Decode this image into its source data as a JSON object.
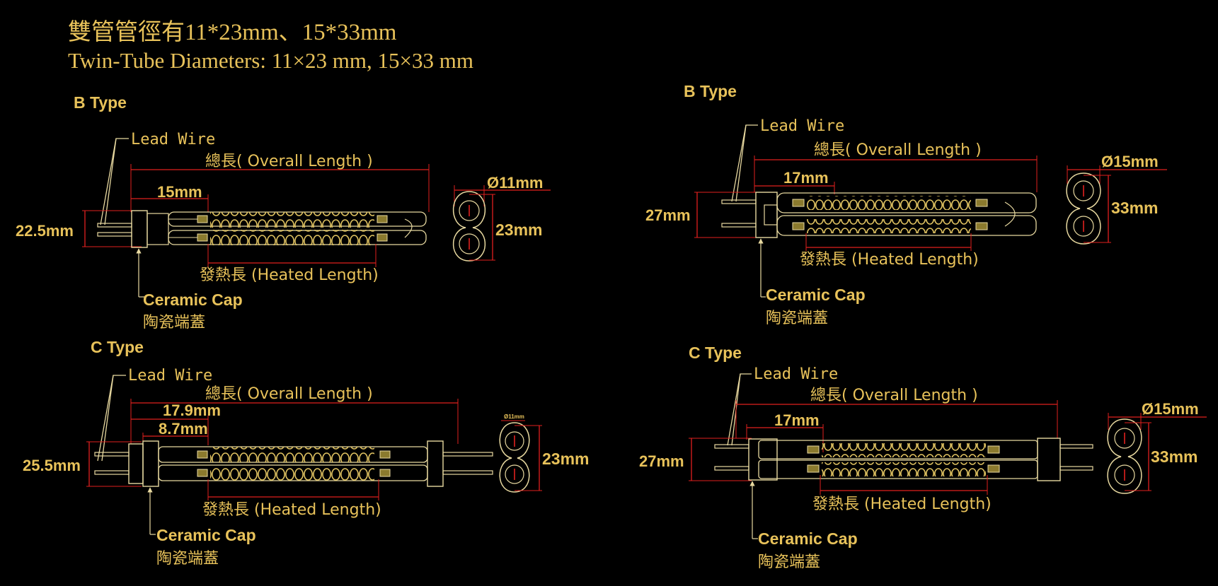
{
  "header": {
    "line1": "雙管管徑有11*23mm、15*33mm",
    "line2": "Twin-Tube Diameters: 11×23 mm, 15×33 mm"
  },
  "colors": {
    "background": "#000000",
    "text": "#E8C25A",
    "outline": "#E8D9A0",
    "dimension": "#E0201E",
    "coil": "#E2C462"
  },
  "panels": [
    {
      "type": "B Type",
      "lead_wire": "Lead Wire",
      "overall": "總長( Overall Length )",
      "heated": "發熱長 (Heated Length)",
      "cap_en": "Ceramic Cap",
      "cap_zh": "陶瓷端蓋",
      "dims": [
        "15mm"
      ],
      "height": "22.5mm",
      "dia": "Ø11mm",
      "span": "23mm"
    },
    {
      "type": "B Type",
      "lead_wire": "Lead Wire",
      "overall": "總長( Overall Length )",
      "heated": "發熱長 (Heated Length)",
      "cap_en": "Ceramic Cap",
      "cap_zh": "陶瓷端蓋",
      "dims": [
        "17mm"
      ],
      "height": "27mm",
      "dia": "Ø15mm",
      "span": "33mm"
    },
    {
      "type": "C Type",
      "lead_wire": "Lead Wire",
      "overall": "總長( Overall Length )",
      "heated": "發熱長 (Heated Length)",
      "cap_en": "Ceramic Cap",
      "cap_zh": "陶瓷端蓋",
      "dims": [
        "17.9mm",
        "8.7mm"
      ],
      "height": "25.5mm",
      "dia": "Ø11mm",
      "span": "23mm"
    },
    {
      "type": "C Type",
      "lead_wire": "Lead Wire",
      "overall": "總長( Overall Length )",
      "heated": "發熱長 (Heated Length)",
      "cap_en": "Ceramic Cap",
      "cap_zh": "陶瓷端蓋",
      "dims": [
        "17mm"
      ],
      "height": "27mm",
      "dia": "Ø15mm",
      "span": "33mm"
    }
  ]
}
